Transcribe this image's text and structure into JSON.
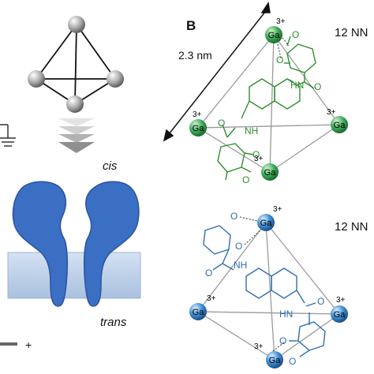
{
  "panel_b": {
    "label": "B",
    "distance": "2.3 nm",
    "top_cage_label": "12 NN",
    "bottom_cage_label": "12 NN",
    "ga": "Ga",
    "charge": "3+",
    "nh": "NH",
    "hn": "HN",
    "o": "O"
  },
  "panel_a": {
    "cis": "cis",
    "trans": "trans",
    "plus": "+"
  },
  "colors": {
    "green": "#2f8f2f",
    "blue": "#2f6fb5",
    "pore": "#3b6fc4",
    "membrane": "#b9cde6",
    "sphere": "#a8a8a8"
  }
}
